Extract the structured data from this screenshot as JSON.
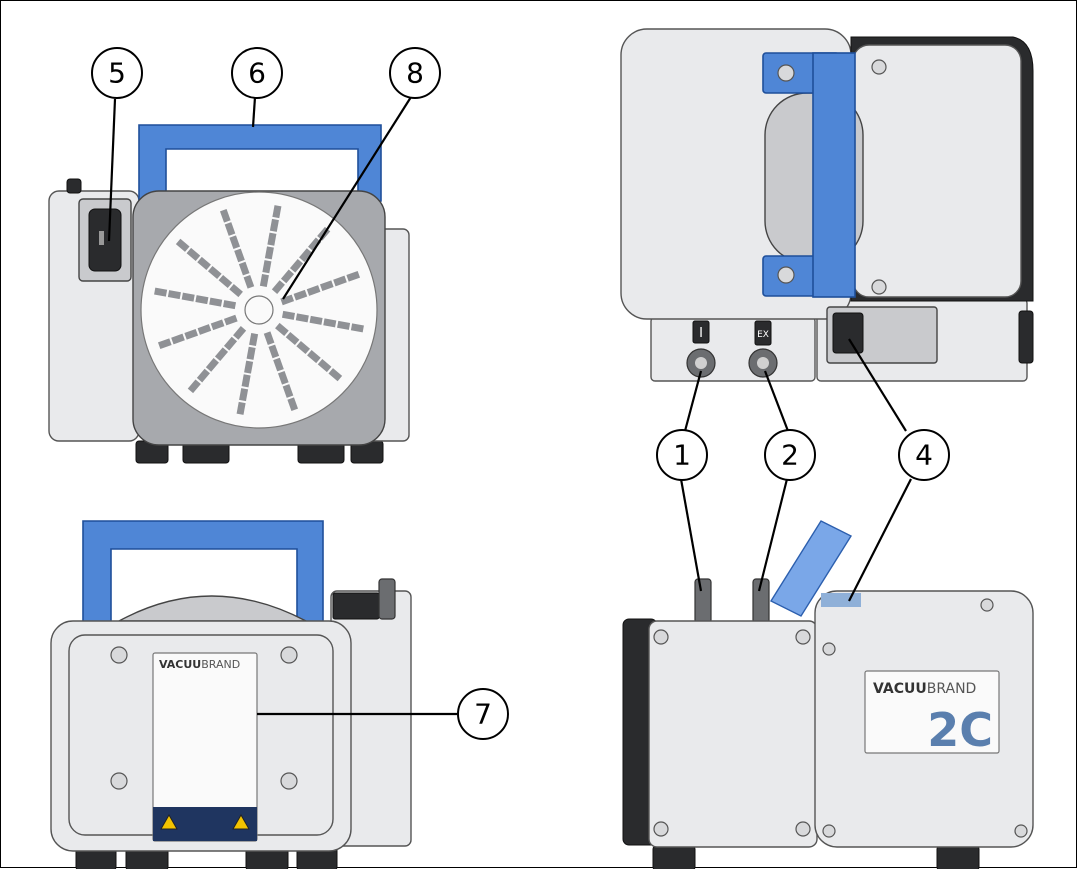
{
  "callouts": {
    "c1": "1",
    "c2": "2",
    "c4": "4",
    "c5": "5",
    "c6": "6",
    "c7": "7",
    "c8": "8"
  },
  "brand": {
    "top_label_bold": "VACUU",
    "top_label_light": "BRAND",
    "side_label_bold": "VACUU",
    "side_label_light": "BRAND",
    "model": "2C"
  },
  "port_marks": {
    "inlet": "I",
    "exhaust": "EX"
  },
  "colors": {
    "handle_blue": "#4f86d6",
    "housing_metal": "#e9eaec",
    "model_text": "#5a7fae"
  }
}
